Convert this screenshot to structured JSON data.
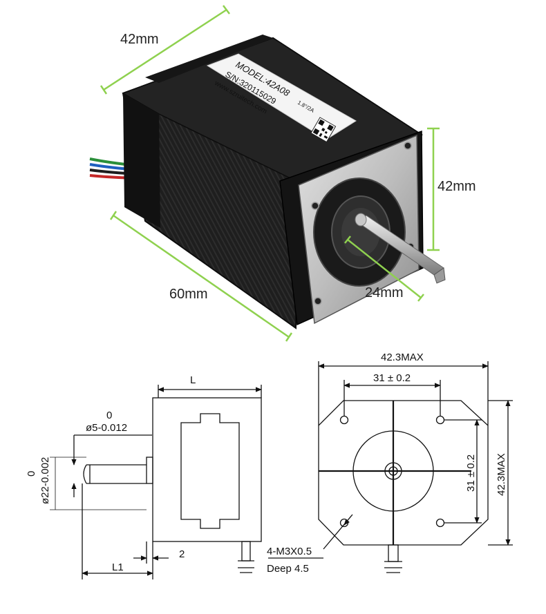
{
  "photo": {
    "dims": {
      "width": "42mm",
      "height": "42mm",
      "length": "60mm",
      "shaft": "24mm"
    },
    "label": {
      "model": "MODEL:42A08",
      "serial": "S/N:320115029",
      "website": "www.szruitech.com",
      "spec": "1.8°/2A"
    },
    "colors": {
      "dimension_line": "#8fd14f",
      "motor_body": "#1c1c1c",
      "faceplate": "#c9c9c9"
    }
  },
  "drawing": {
    "side": {
      "L": "L",
      "shaft_tol_zero": "0",
      "shaft_dia": "ø5-0.012",
      "boss_tol_zero": "0",
      "boss_dia": "ø22-0.002",
      "L1": "L1",
      "boss_height": "2"
    },
    "front": {
      "overall_width": "42.3MAX",
      "hole_spacing_h": "31 ± 0.2",
      "hole_spacing_v": "31 ± 0.2",
      "overall_height": "42.3MAX",
      "thread_spec": "4-M3X0.5",
      "thread_depth": "Deep  4.5"
    }
  }
}
